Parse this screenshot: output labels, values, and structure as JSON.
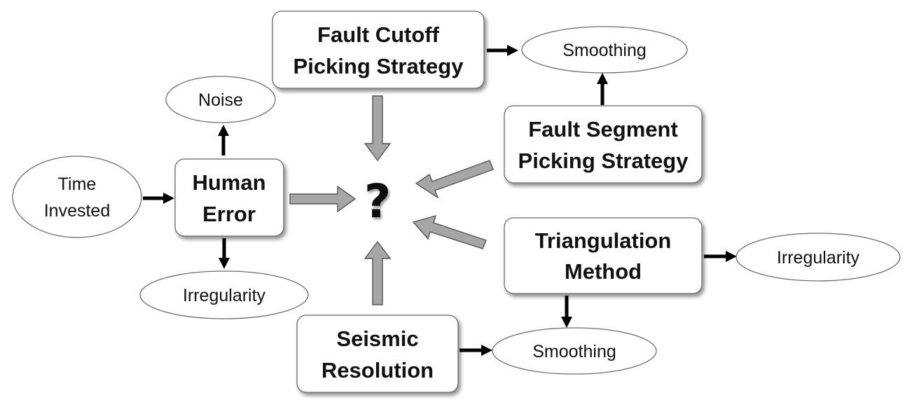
{
  "center": {
    "symbol": "?"
  },
  "boxes": {
    "fault_cutoff": {
      "lines": [
        "Fault Cutoff",
        "Picking Strategy"
      ]
    },
    "human_error": {
      "lines": [
        "Human",
        "Error"
      ]
    },
    "fault_segment": {
      "lines": [
        "Fault Segment",
        "Picking Strategy"
      ]
    },
    "triangulation": {
      "lines": [
        "Triangulation",
        "Method"
      ]
    },
    "seismic_resolution": {
      "lines": [
        "Seismic",
        "Resolution"
      ]
    }
  },
  "ellipses": {
    "time_invested": {
      "lines": [
        "Time",
        "Invested"
      ]
    },
    "noise": {
      "lines": [
        "Noise"
      ]
    },
    "irregularity_left": {
      "lines": [
        "Irregularity"
      ]
    },
    "smoothing_top": {
      "lines": [
        "Smoothing"
      ]
    },
    "irregularity_right": {
      "lines": [
        "Irregularity"
      ]
    },
    "smoothing_bottom": {
      "lines": [
        "Smoothing"
      ]
    }
  }
}
